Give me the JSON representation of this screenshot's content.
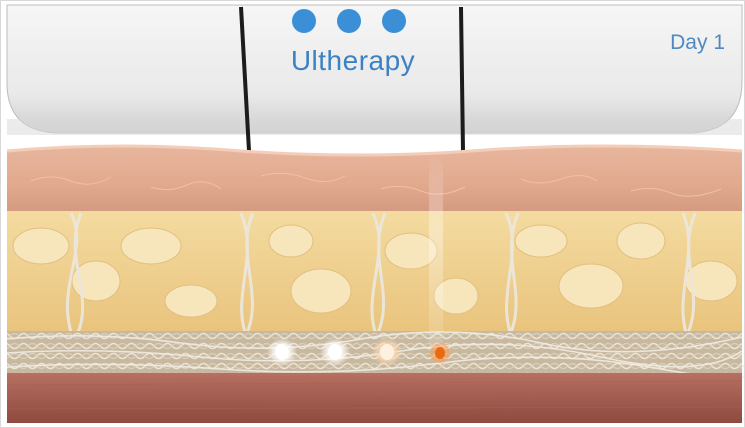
{
  "device": {
    "brand": "Ultherapy",
    "brand_color": "#3c82c2",
    "logo_dots": 3
  },
  "overlay": {
    "day_label": "Day 1"
  },
  "colors": {
    "epidermis": "#e5b29a",
    "fat": "#f0d18f",
    "muscle": "#9c5a4c",
    "energy_point": "#e86a12"
  }
}
